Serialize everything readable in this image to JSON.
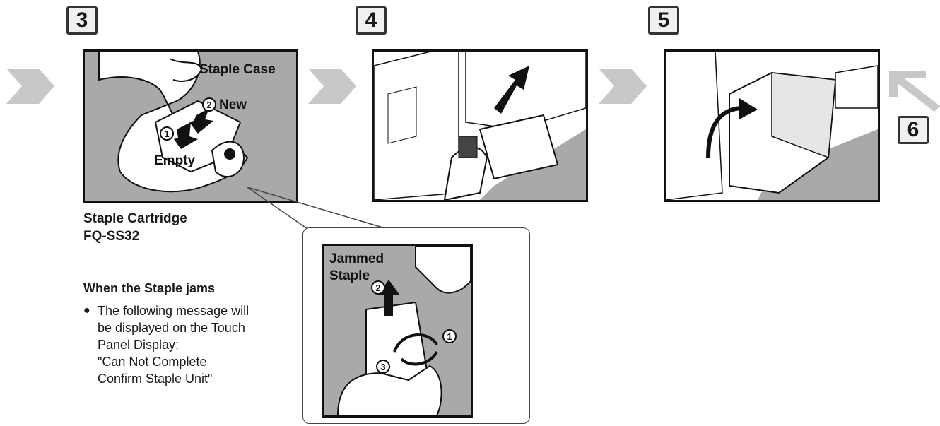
{
  "steps": {
    "s3": "3",
    "s4": "4",
    "s5": "5",
    "s6": "6"
  },
  "panel3": {
    "staple_case": "Staple Case",
    "new": "New",
    "empty": "Empty",
    "num1": "1",
    "num2": "2"
  },
  "cartridge": {
    "line1": "Staple Cartridge",
    "line2": "FQ-SS32"
  },
  "jam_note": {
    "title": "When the Staple jams",
    "bullet": "●",
    "lines": [
      "The following message will",
      "be displayed on the Touch",
      "Panel Display:",
      "\"Can Not Complete",
      "Confirm Staple Unit\""
    ]
  },
  "detail": {
    "jammed": "Jammed",
    "staple": "Staple",
    "num1": "1",
    "num2": "2",
    "num3": "3"
  },
  "colors": {
    "panel_gray": "#a9a9a9",
    "chevron_gray": "#c8c8c8",
    "ink": "#111111"
  },
  "icons": [
    "chevron-right-icon",
    "chevron-right-icon",
    "chevron-right-icon",
    "arrow-down-left-icon"
  ]
}
